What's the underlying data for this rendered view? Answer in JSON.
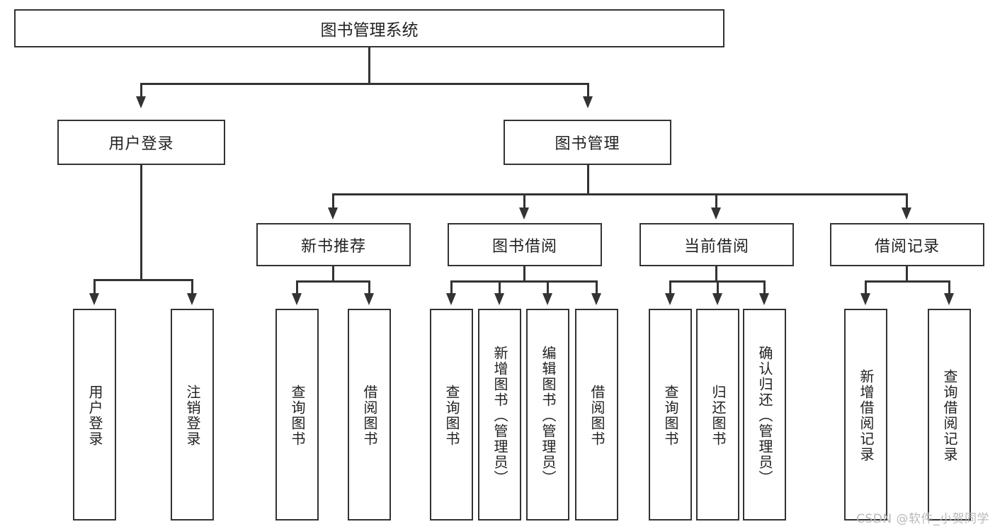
{
  "diagram": {
    "title": "图书管理系统",
    "type": "tree",
    "root": {
      "label": "图书管理系统"
    },
    "level2": [
      {
        "label": "用户登录"
      },
      {
        "label": "图书管理"
      }
    ],
    "level3": [
      {
        "label": "新书推荐"
      },
      {
        "label": "图书借阅"
      },
      {
        "label": "当前借阅"
      },
      {
        "label": "借阅记录"
      }
    ],
    "leaves": {
      "user_login": [
        {
          "label": "用户登录"
        },
        {
          "label": "注销登录"
        }
      ],
      "new_book_recommend": [
        {
          "label": "查询图书"
        },
        {
          "label": "借阅图书"
        }
      ],
      "book_borrow": [
        {
          "label": "查询图书"
        },
        {
          "label": "新增图书（管理员）"
        },
        {
          "label": "编辑图书（管理员）"
        },
        {
          "label": "借阅图书"
        }
      ],
      "current_borrow": [
        {
          "label": "查询图书"
        },
        {
          "label": "归还图书"
        },
        {
          "label": "确认归还（管理员）"
        }
      ],
      "borrow_record": [
        {
          "label": "新增借阅记录"
        },
        {
          "label": "查询借阅记录"
        }
      ]
    }
  },
  "watermark": {
    "text": "CSDN @软件_小贺同学"
  },
  "colors": {
    "stroke": "#333333",
    "background": "#ffffff",
    "text": "#222222",
    "watermark": "#b9b9b9"
  }
}
